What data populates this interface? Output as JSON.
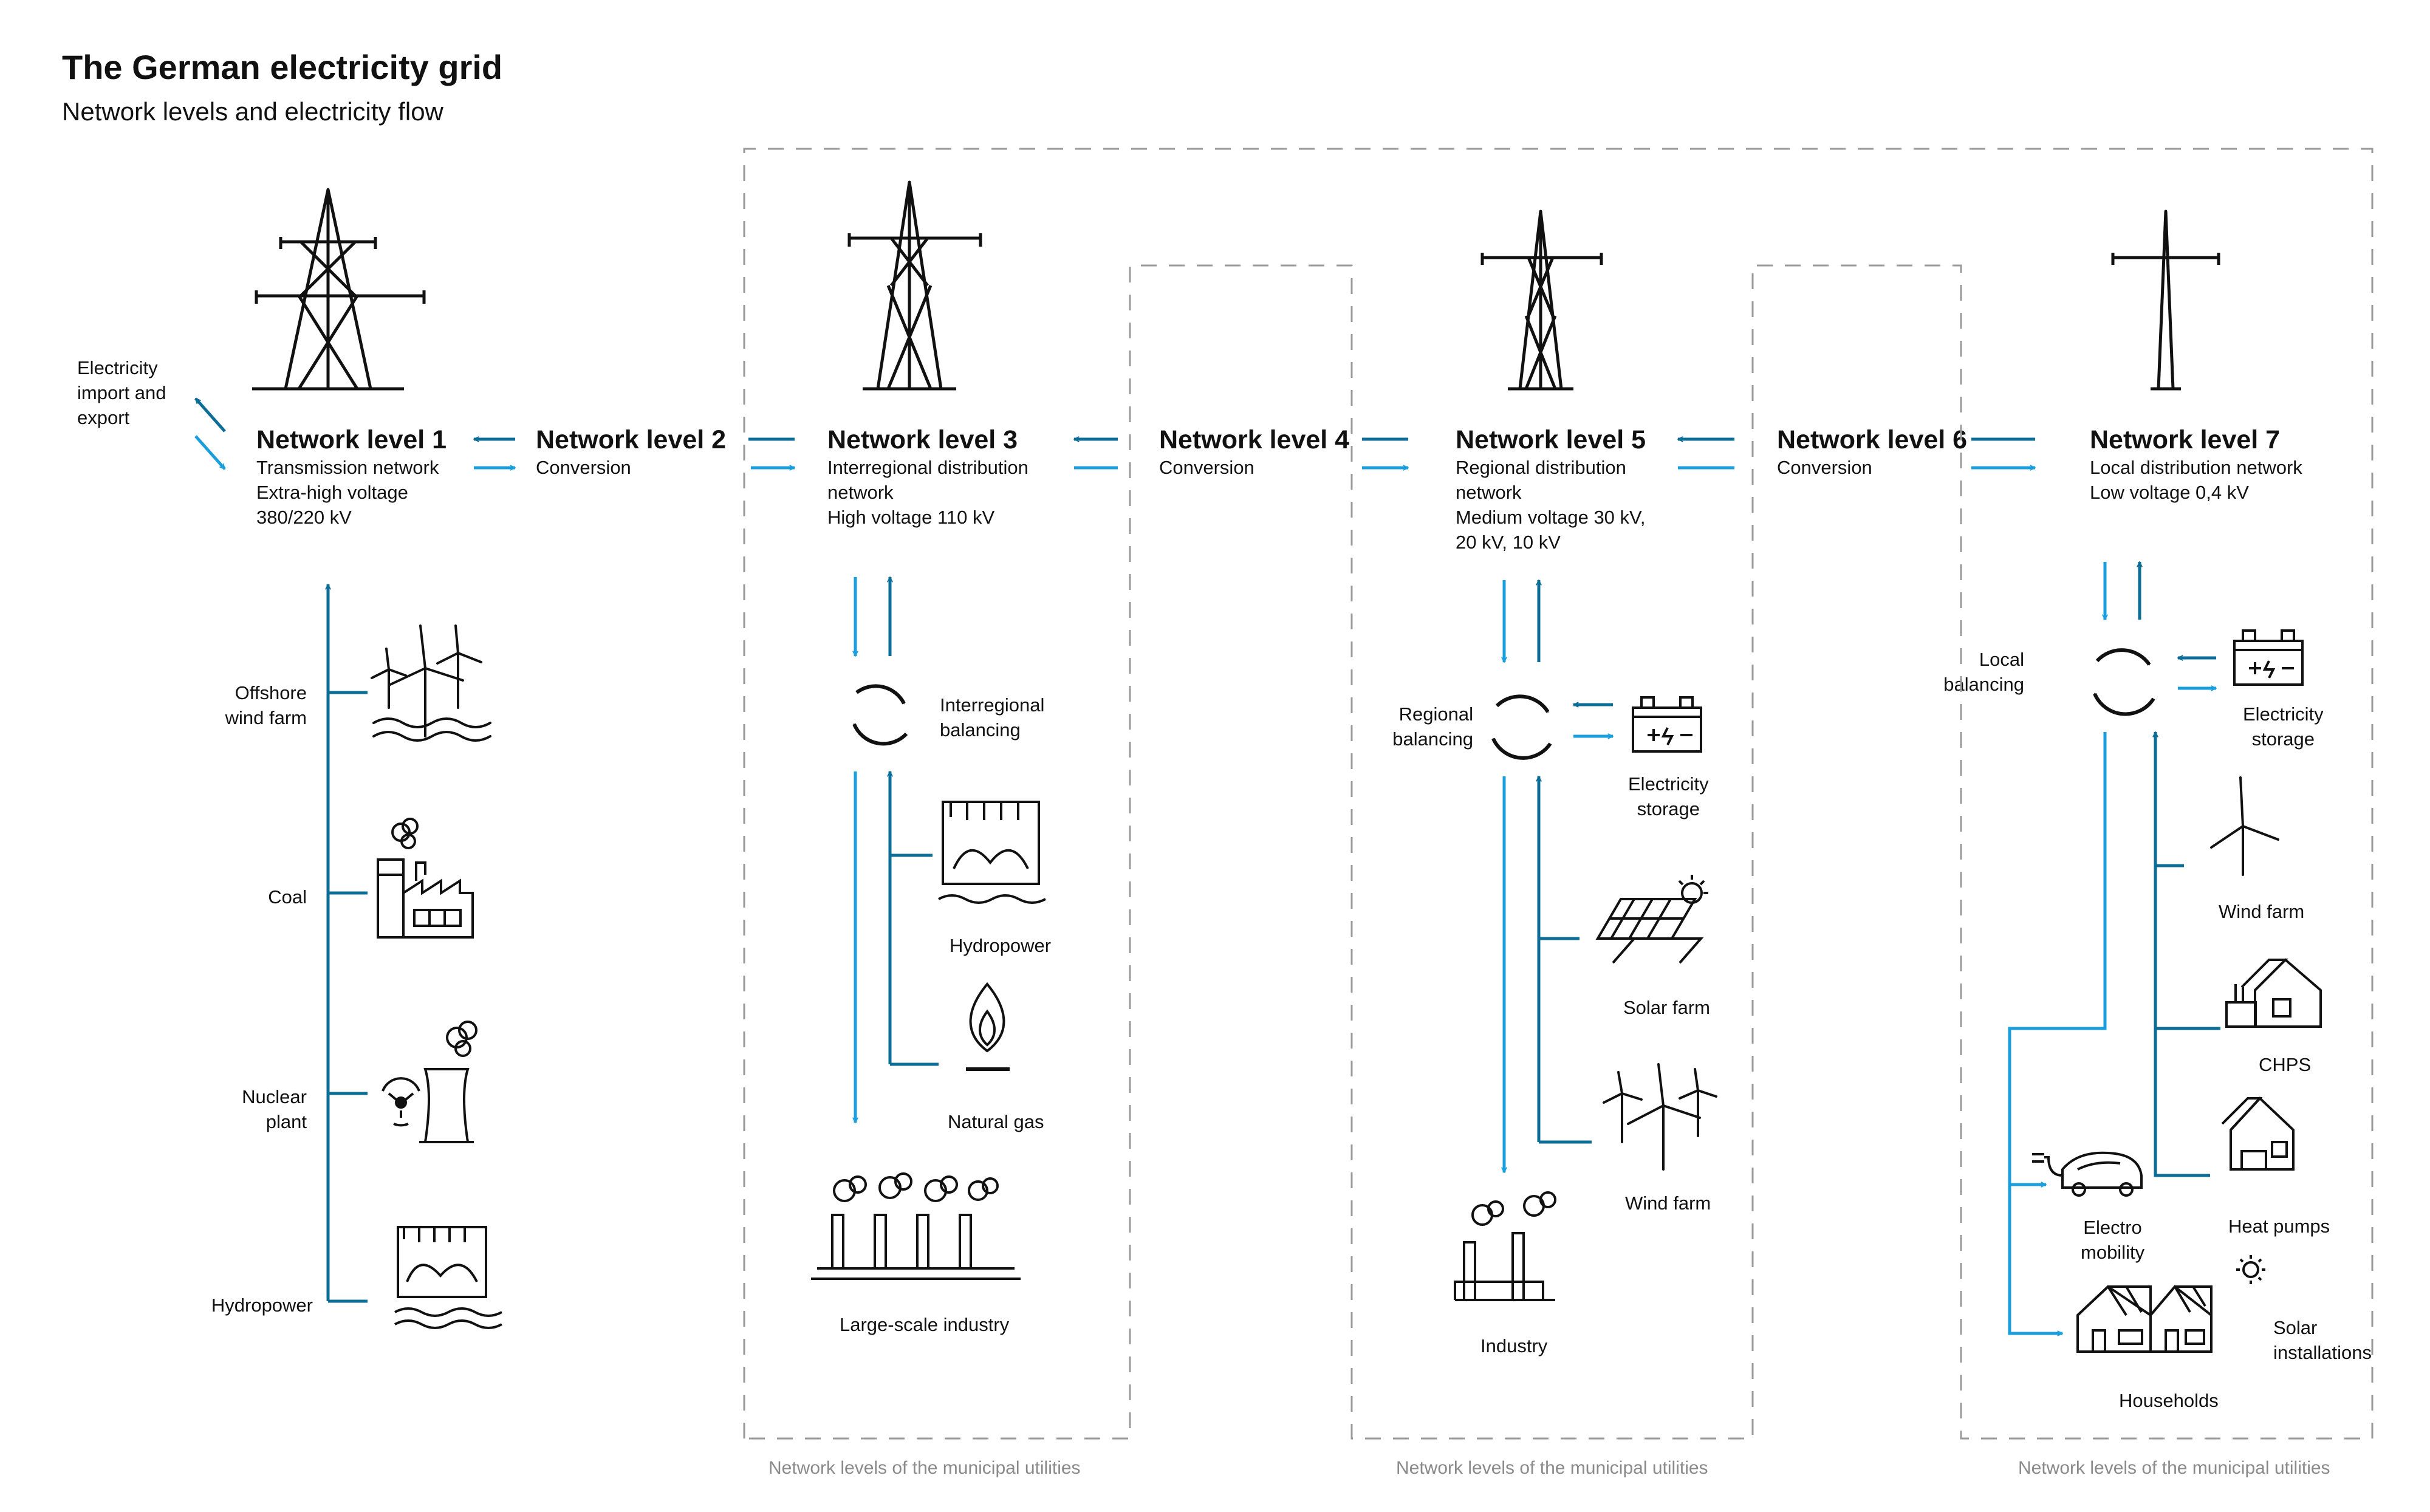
{
  "header": {
    "title": "The German electricity grid",
    "subtitle": "Network levels and electricity flow"
  },
  "import_export_label": [
    "Electricity",
    "import and",
    "export"
  ],
  "levels": [
    {
      "title": "Network level 1",
      "lines": [
        "Transmission network",
        "Extra-high voltage",
        "380/220 kV"
      ]
    },
    {
      "title": "Network level 2",
      "lines": [
        "Conversion"
      ]
    },
    {
      "title": "Network level 3",
      "lines": [
        "Interregional distribution",
        "network",
        "High voltage 110 kV"
      ]
    },
    {
      "title": "Network level 4",
      "lines": [
        "Conversion"
      ]
    },
    {
      "title": "Network level 5",
      "lines": [
        "Regional distribution",
        "network",
        "Medium voltage  30 kV,",
        "20 kV, 10 kV"
      ]
    },
    {
      "title": "Network level 6",
      "lines": [
        "Conversion"
      ]
    },
    {
      "title": "Network level 7",
      "lines": [
        "Local distribution network",
        "Low voltage 0,4 kV"
      ]
    }
  ],
  "level1_sources": [
    {
      "label": [
        "Offshore",
        "wind farm"
      ],
      "icon": "offshore-wind-icon"
    },
    {
      "label": [
        "Coal"
      ],
      "icon": "coal-plant-icon"
    },
    {
      "label": [
        "Nuclear",
        "plant"
      ],
      "icon": "nuclear-plant-icon"
    },
    {
      "label": [
        "Hydropower"
      ],
      "icon": "hydropower-icon"
    }
  ],
  "level3": {
    "balancing": [
      "Interregional",
      "balancing"
    ],
    "hydropower": "Hydropower",
    "natural_gas": "Natural gas",
    "industry": "Large-scale industry"
  },
  "level5": {
    "balancing": [
      "Regional",
      "balancing"
    ],
    "storage": [
      "Electricity",
      "storage"
    ],
    "solar": "Solar farm",
    "wind": "Wind farm",
    "industry": "Industry"
  },
  "level7": {
    "balancing": [
      "Local",
      "balancing"
    ],
    "storage": [
      "Electricity",
      "storage"
    ],
    "wind": "Wind farm",
    "chps": "CHPS",
    "emobility": [
      "Electro",
      "mobility"
    ],
    "heatpumps": "Heat pumps",
    "solar": [
      "Solar",
      "installations"
    ],
    "households": "Households"
  },
  "footer_label": "Network levels of the municipal utilities",
  "colors": {
    "arrow_light": "#1a9fdc",
    "arrow_dark": "#0c6d96",
    "icon_stroke": "#111111",
    "dash": "#9a9a9a"
  }
}
